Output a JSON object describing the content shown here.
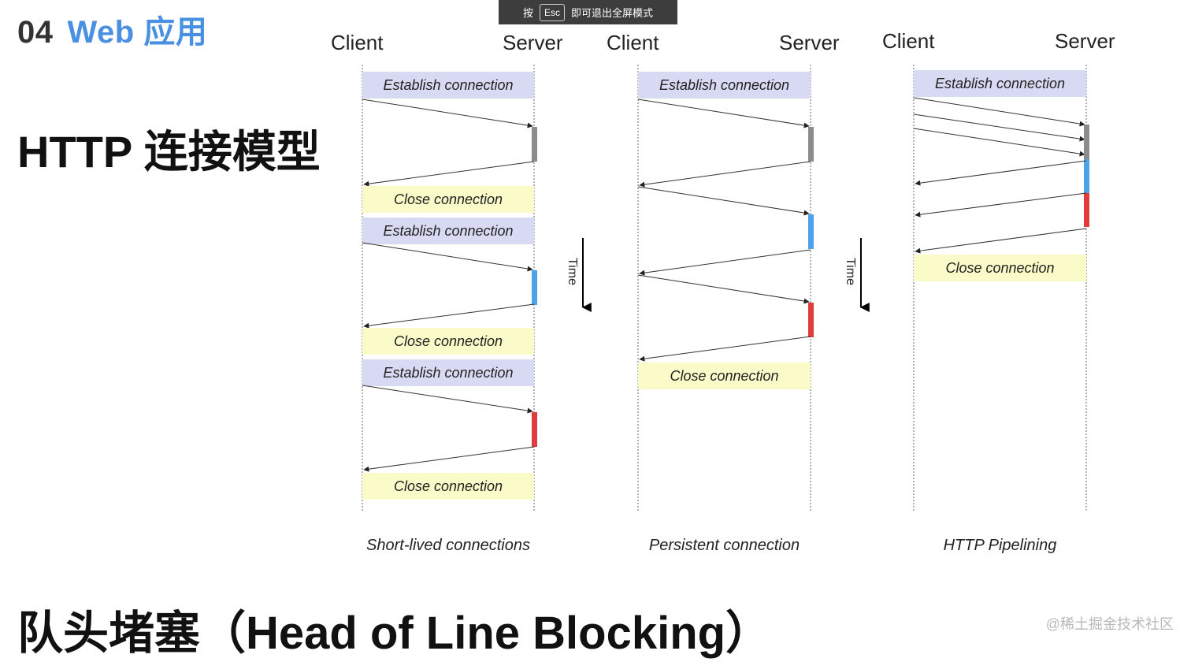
{
  "header": {
    "section_number": "04",
    "section_title": "Web 应用"
  },
  "main_title": "HTTP 连接模型",
  "bottom_title": "队头堵塞（Head of Line Blocking）",
  "fullscreen_toast": {
    "prefix": "按",
    "key": "Esc",
    "suffix": "即可退出全屏模式"
  },
  "watermark": "@稀土掘金技术社区",
  "colors": {
    "establish_bg": "#d8daf3",
    "close_bg": "#fafbc8",
    "gray_bar": "#8c8c8c",
    "blue_bar": "#4ea2e8",
    "red_bar": "#e03c3c",
    "accent": "#4a90e2"
  },
  "diagrams": [
    {
      "client_label": "Client",
      "server_label": "Server",
      "caption": "Short-lived connections",
      "establish_label": "Establish connection",
      "close_label": "Close connection"
    },
    {
      "client_label": "Client",
      "server_label": "Server",
      "caption": "Persistent connection",
      "establish_label": "Establish connection",
      "close_label": "Close connection"
    },
    {
      "client_label": "Client",
      "server_label": "Server",
      "caption": "HTTP Pipelining",
      "establish_label": "Establish connection",
      "close_label": "Close connection"
    }
  ],
  "time_label": "Time"
}
